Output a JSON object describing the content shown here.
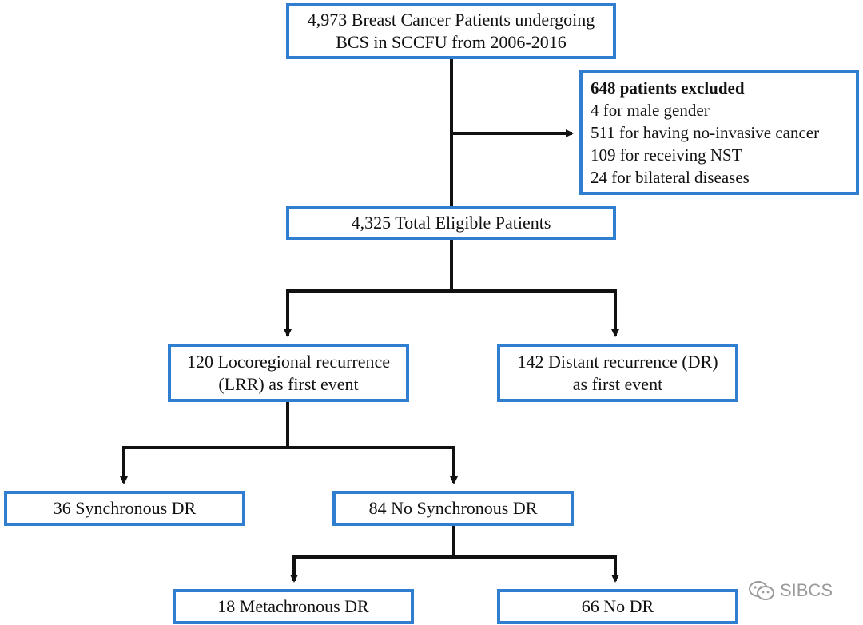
{
  "nodes": {
    "start": {
      "lines": [
        "4,973 Breast Cancer Patients undergoing",
        "BCS in SCCFU from 2006-2016"
      ]
    },
    "excluded": {
      "title": "648 patients excluded",
      "items": [
        "4 for male gender",
        "511 for having no-invasive cancer",
        "109 for receiving NST",
        "24 for bilateral diseases"
      ]
    },
    "eligible": {
      "lines": [
        "4,325 Total Eligible Patients"
      ]
    },
    "lrr": {
      "lines": [
        "120 Locoregional recurrence",
        "(LRR) as first event"
      ]
    },
    "dr": {
      "lines": [
        "142 Distant recurrence (DR)",
        "as first event"
      ]
    },
    "sync": {
      "lines": [
        "36 Synchronous DR"
      ]
    },
    "nosync": {
      "lines": [
        "84 No Synchronous DR"
      ]
    },
    "meta": {
      "lines": [
        "18 Metachronous DR"
      ]
    },
    "nodr": {
      "lines": [
        "66 No DR"
      ]
    }
  },
  "watermark": {
    "text": "SIBCS",
    "icon": "wechat-icon"
  },
  "colors": {
    "box_border": "#2f7ed0",
    "connector": "#111111",
    "watermark": "#9a9a9a"
  }
}
